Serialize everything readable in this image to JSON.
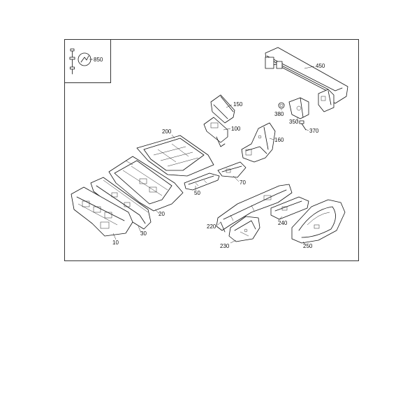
{
  "parts": {
    "p850": "850",
    "p450": "450",
    "p150": "150",
    "p380": "380",
    "p100": "100",
    "p350": "350",
    "p370": "370",
    "p200": "200",
    "p160": "160",
    "p70": "70",
    "p50": "50",
    "p20": "20",
    "p30": "30",
    "p10": "10",
    "p220": "220",
    "p240": "240",
    "p230": "230",
    "p250": "250"
  }
}
